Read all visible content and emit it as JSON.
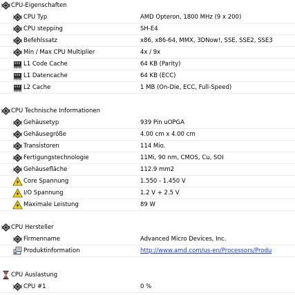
{
  "sections": [
    {
      "title": "CPU-Eigenschaften",
      "icon": "cpu-chip-icon",
      "items": [
        {
          "icon": "cpu-chip-icon",
          "label": "CPU Typ",
          "value": "AMD Opteron, 1800 MHz (9 x 200)"
        },
        {
          "icon": "cpu-chip-icon",
          "label": "CPU stepping",
          "value": "SH-E4"
        },
        {
          "icon": "cpu-chip-icon",
          "label": "Befehlssatz",
          "value": "x86, x86-64, MMX, 3DNow!, SSE, SSE2, SSE3"
        },
        {
          "icon": "cpu-chip-icon",
          "label": "Min / Max CPU Multiplier",
          "value": "4x / 9x"
        },
        {
          "icon": "memory-module-icon",
          "label": "L1 Code Cache",
          "value": "64 KB  (Parity)"
        },
        {
          "icon": "memory-module-icon",
          "label": "L1 Datencache",
          "value": "64 KB  (ECC)"
        },
        {
          "icon": "memory-module-icon",
          "label": "L2 Cache",
          "value": "1 MB  (On-Die, ECC, Full-Speed)"
        }
      ]
    },
    {
      "title": "CPU Technische Informationen",
      "icon": "cpu-chip-icon",
      "items": [
        {
          "icon": "cpu-chip-icon",
          "label": "Gehäusetyp",
          "value": "939 Pin uOPGA"
        },
        {
          "icon": "cpu-chip-icon",
          "label": "Gehäusegröße",
          "value": "4.00 cm x 4.00 cm"
        },
        {
          "icon": "cpu-chip-icon",
          "label": "Transistoren",
          "value": "114 Mio."
        },
        {
          "icon": "cpu-chip-icon",
          "label": "Fertigungstechnologie",
          "value": "11Mi, 90 nm, CMOS, Cu, SOI"
        },
        {
          "icon": "cpu-chip-icon",
          "label": "Gehäusefläche",
          "value": "112.9 mm2"
        },
        {
          "icon": "voltage-warning-icon",
          "label": "Core Spannung",
          "value": "1.550 - 1.450 V"
        },
        {
          "icon": "voltage-warning-icon",
          "label": "I/O Spannung",
          "value": "1.2 V + 2.5 V"
        },
        {
          "icon": "voltage-warning-icon",
          "label": "Maximale Leistung",
          "value": "89 W"
        }
      ]
    },
    {
      "title": "CPU Hersteller",
      "icon": "cpu-chip-icon",
      "items": [
        {
          "icon": "cpu-chip-icon",
          "label": "Firmenname",
          "value": "Advanced Micro Devices, Inc."
        },
        {
          "icon": "product-info-icon",
          "label": "Produktinformation",
          "value": "http://www.amd.com/us-en/Processors/Produ",
          "link": true
        }
      ]
    },
    {
      "title": "CPU Auslastung",
      "icon": "hourglass-icon",
      "items": [
        {
          "icon": "cpu-chip-icon",
          "label": "CPU #1",
          "value": "0 %"
        }
      ]
    }
  ]
}
